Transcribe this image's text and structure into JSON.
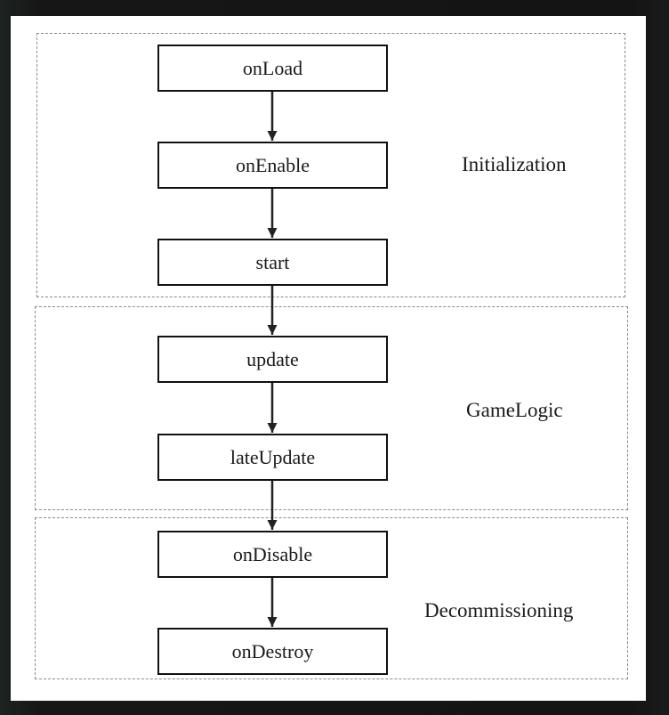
{
  "diagram": {
    "groups": [
      {
        "id": "initialization",
        "label": "Initialization"
      },
      {
        "id": "gamelogic",
        "label": "GameLogic"
      },
      {
        "id": "decommissioning",
        "label": "Decommissioning"
      }
    ],
    "nodes": [
      {
        "id": "onload",
        "label": "onLoad"
      },
      {
        "id": "onenable",
        "label": "onEnable"
      },
      {
        "id": "start",
        "label": "start"
      },
      {
        "id": "update",
        "label": "update"
      },
      {
        "id": "lateupdate",
        "label": "lateUpdate"
      },
      {
        "id": "ondisable",
        "label": "onDisable"
      },
      {
        "id": "ondestroy",
        "label": "onDestroy"
      }
    ],
    "edges": [
      {
        "from": "onLoad",
        "to": "onEnable"
      },
      {
        "from": "onEnable",
        "to": "start"
      },
      {
        "from": "start",
        "to": "update"
      },
      {
        "from": "update",
        "to": "lateUpdate"
      },
      {
        "from": "lateUpdate",
        "to": "onDisable"
      },
      {
        "from": "onDisable",
        "to": "onDestroy"
      }
    ],
    "colors": {
      "line": "#222222",
      "group_border": "#8a8a8a",
      "background": "#ffffff"
    }
  }
}
